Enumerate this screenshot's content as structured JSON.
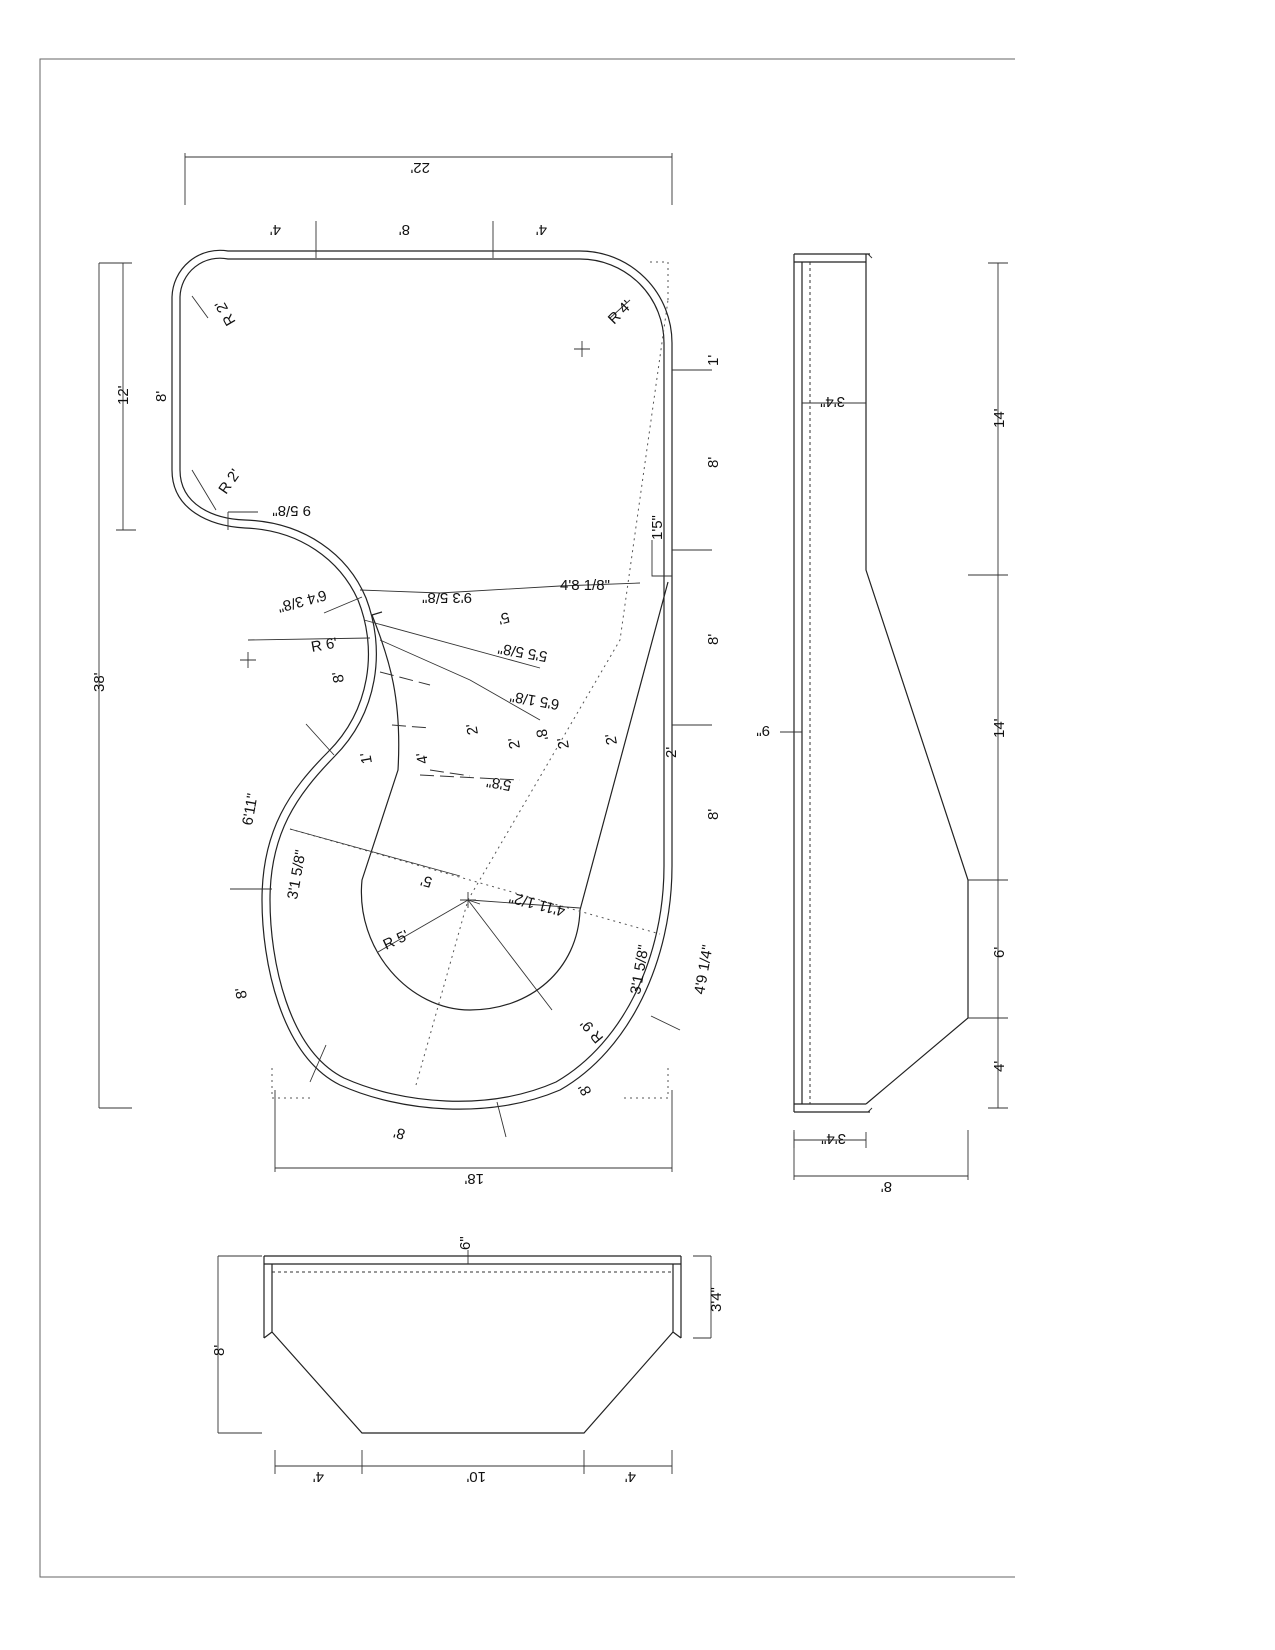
{
  "plan": {
    "overall_width": "22'",
    "top_seg_left": "4'",
    "top_seg_mid": "8'",
    "top_seg_right": "4'",
    "left_total": "38'",
    "left_upper": "12'",
    "left_wall": "8'",
    "radius_top_left": "R 2'",
    "radius_inner_left": "R 2'",
    "radius_top_right": "R 4'",
    "notch": "9 5/8\"",
    "right_seg_1": "1'",
    "right_seg_2": "8'",
    "right_step": "1'5\"",
    "right_seg_3": "8'",
    "right_seg_4": "8'",
    "right_inner": "2'",
    "curve_a": "6'4 3/8\"",
    "chord_a": "9'3 5/8\"",
    "chord_b": "4'8 1/8\"",
    "mid_5": "5'",
    "radius_6": "R 6'",
    "wall_8_left": "8'",
    "step_55": "5'5 5/8\"",
    "step_65": "6'5 1/8\"",
    "step_58": "5'8\"",
    "step_1": "1'",
    "step_4": "4'",
    "step_2a": "2'",
    "step_2b": "2'",
    "step_8": "8'",
    "step_2c": "2'",
    "step_2d": "2'",
    "curve_6_11": "6'11\"",
    "side_3_1_left": "3'1 5/8\"",
    "inner_5": "5'",
    "inner_4_11": "4'11 1/2\"",
    "radius_5": "R 5'",
    "radius_9": "R 9'",
    "side_3_1_right": "3'1 5/8\"",
    "side_4_9": "4'9 1/4\"",
    "bottom_left_8": "8'",
    "bottom_mid_8": "8'",
    "bottom_right_8": "8'",
    "bottom_total": "18'"
  },
  "side_section": {
    "top_width": "3'4\"",
    "depth_left": "9\"",
    "seg_14a": "14'",
    "seg_14b": "14'",
    "seg_6": "6'",
    "seg_4": "4'",
    "bottom_width": "3'4\"",
    "overall": "8'"
  },
  "cross_section": {
    "lip": "6\"",
    "depth": "3'4\"",
    "height": "8'",
    "bot_left": "4'",
    "bot_mid": "10'",
    "bot_right": "4'"
  }
}
